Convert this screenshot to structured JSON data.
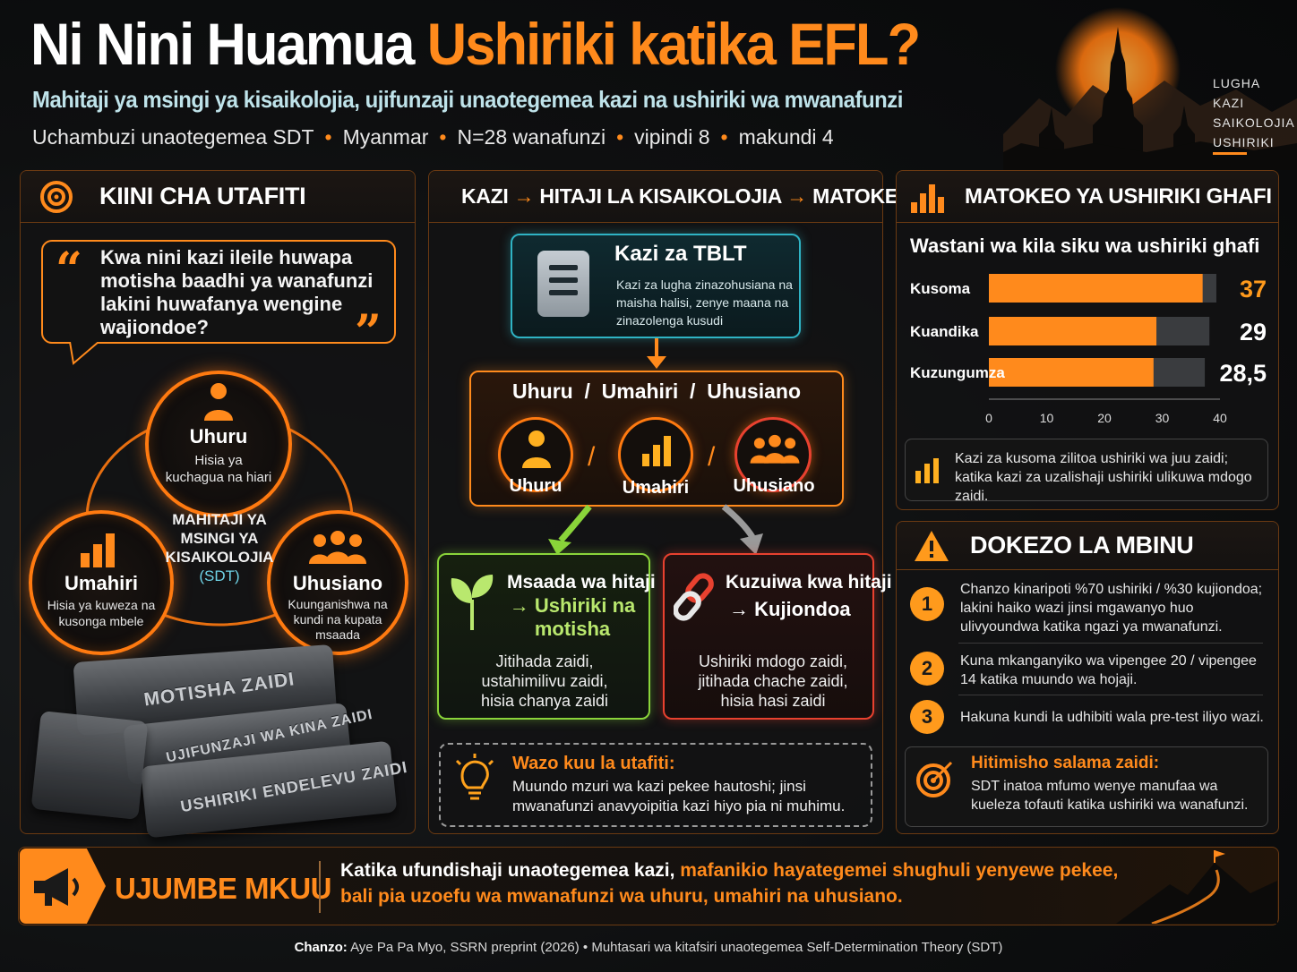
{
  "header": {
    "title_white": "Ni Nini Huamua",
    "title_orange": "Ushiriki katika EFL?",
    "subtitle": "Mahitaji ya msingi ya kisaikolojia, ujifunzaji unaotegemea kazi na ushiriki wa mwanafunzi",
    "meta": [
      "Uchambuzi unaotegemea SDT",
      "Myanmar",
      "N=28 wanafunzi",
      "vipindi 8",
      "makundi 4"
    ],
    "tags": [
      "LUGHA",
      "KAZI",
      "SAIKOLOJIA",
      "USHIRIKI"
    ]
  },
  "left": {
    "title": "KIINI CHA UTAFITI",
    "icon": "target-icon",
    "question": "Kwa nini kazi ileile huwapa motisha baadhi ya wanafunzi lakini huwafanya wengine wajiondoe?",
    "needs": [
      {
        "title": "Uhuru",
        "desc": "Hisia ya kuchagua na hiari",
        "icon": "person-icon"
      },
      {
        "title": "Umahiri",
        "desc": "Hisia ya kuweza na kusonga mbele",
        "icon": "bar-chart-icon"
      },
      {
        "title": "Uhusiano",
        "desc": "Kuunganishwa na kundi na kupata msaada",
        "icon": "group-icon"
      }
    ],
    "center_label": "MAHITAJI YA MSINGI YA KISAIKOLOJIA",
    "center_sdt": "(SDT)",
    "stones": [
      "MOTISHA ZAIDI",
      "UJIFUNZAJI WA KINA ZAIDI",
      "USHIRIKI ENDELEVU ZAIDI"
    ]
  },
  "middle": {
    "title_a": "KAZI",
    "title_b": "HITAJI LA KISAIKOLOJIA",
    "title_c": "MATOKEO",
    "arrow": "→",
    "tblt_title": "Kazi za TBLT",
    "tblt_desc": "Kazi za lugha zinazohusiana na maisha halisi, zenye maana na zinazolenga kusudi",
    "needs_head": "Uhuru  /  Umahiri  /  Uhusiano",
    "slash": "/",
    "needs": [
      "Uhuru",
      "Umahiri",
      "Uhusiano"
    ],
    "support_title": "Msaada wa hitaji",
    "support_result": "→ Ushiriki na motisha",
    "support_desc": "Jitihada zaidi, ustahimilivu zaidi, hisia chanya zaidi",
    "thwart_title": "Kuzuiwa kwa hitaji",
    "thwart_result": "→ Kujiondoa",
    "thwart_desc": "Ushiriki mdogo zaidi, jitihada chache zaidi, hisia hasi zaidi",
    "insight_title": "Wazo kuu la utafiti:",
    "insight_text": "Muundo mzuri wa kazi pekee hautoshi; jinsi mwanafunzi anavyoipitia kazi hiyo pia ni muhimu."
  },
  "right": {
    "title": "MATOKEO YA USHIRIKI GHAFI",
    "note": "Kazi za kusoma zilitoa ushiriki wa juu zaidi; katika kazi za uzalishaji ushiriki ulikuwa mdogo zaidi.",
    "limits_title": "DOKEZO LA MBINU",
    "limits": [
      {
        "n": "1",
        "text": "Chanzo kinaripoti %70 ushiriki / %30 kujiondoa; lakini haiko wazi jinsi mgawanyo huo ulivyoundwa katika ngazi ya mwanafunzi."
      },
      {
        "n": "2",
        "text": "Kuna mkanganyiko wa vipengee 20 / vipengee 14 katika muundo wa hojaji."
      },
      {
        "n": "3",
        "text": "Hakuna kundi la udhibiti wala pre-test iliyo wazi."
      }
    ],
    "conclusion_title": "Hitimisho salama zaidi:",
    "conclusion_text": "SDT inatoa mfumo wenye manufaa wa kueleza tofauti katika ushiriki wa wanafunzi."
  },
  "chart_data": {
    "type": "bar",
    "orientation": "horizontal",
    "title": "Wastani wa kila siku wa ushiriki ghafi",
    "categories": [
      "Kusoma",
      "Kuandika",
      "Kuzungumza"
    ],
    "values": [
      37,
      29,
      28.5
    ],
    "value_labels": [
      "37",
      "29",
      "28,5"
    ],
    "xlim": [
      0,
      40
    ],
    "xticks": [
      "0",
      "10",
      "20",
      "30",
      "40"
    ],
    "colors": {
      "bar": "#ff8a1c",
      "track": "#3a3c3f"
    }
  },
  "banner": {
    "label": "UJUMBE MKUU",
    "msg_a": "Katika ufundishaji unaotegemea kazi, ",
    "msg_b": "mafanikio hayategemei shughuli yenyewe pekee,",
    "msg_c": "bali pia uzoefu wa mwanafunzi wa uhuru, umahiri na uhusiano."
  },
  "footer": {
    "label": "Chanzo:",
    "text": "Aye Pa Pa Myo, SSRN preprint (2026) • Muhtasari wa kitafsiri unaotegemea Self-Determination Theory (SDT)"
  }
}
